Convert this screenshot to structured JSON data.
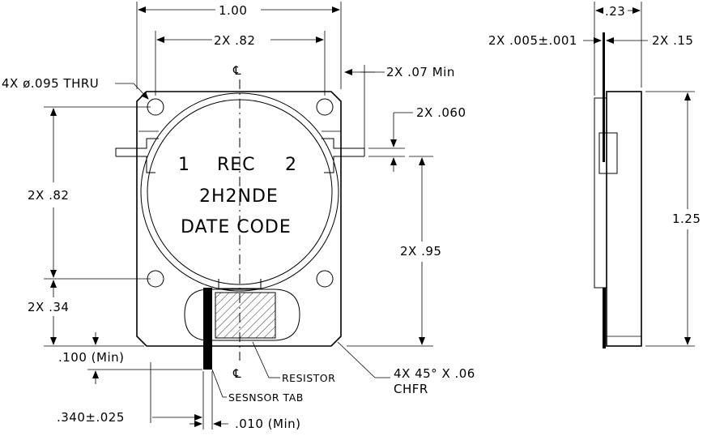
{
  "dimensions": {
    "overall_width": "1.00",
    "hole_spacing_x": "2X .82",
    "hole_thru": "4X ø.095 THRU",
    "tab_min": "2X .07 Min",
    "tab_thk": "2X .060",
    "hole_spacing_y": "2X .82",
    "tab_height": "2X .95",
    "hole_offset_y": "2X .34",
    "bottom_min": ".100 (Min)",
    "sensor_pos": ".340±.025",
    "sensor_min": ".010 (Min)",
    "side_width": ".23",
    "side_lead_thk": "2X .005±.001",
    "side_lead_len": "2X .15",
    "overall_height": "1.25"
  },
  "labels": {
    "centerline_top": "℄",
    "centerline_bottom": "℄",
    "port_1": "1",
    "rec": "REC",
    "port_2": "2",
    "part_number": "2H2NDE",
    "date_code": "DATE CODE",
    "resistor": "RESISTOR",
    "sensor_tab": "SESNSOR TAB",
    "chamfer_line1": "4X 45° X .06",
    "chamfer_line2": "CHFR"
  },
  "colors": {
    "line": "#000000",
    "background": "#ffffff"
  }
}
